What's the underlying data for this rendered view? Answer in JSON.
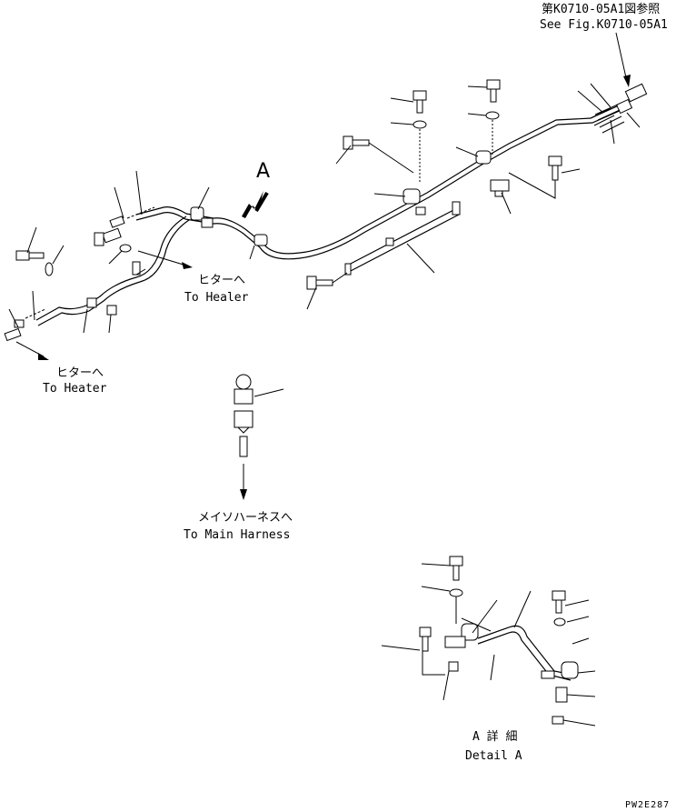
{
  "references": {
    "ref_jp": "第K0710-05A1図参照",
    "ref_en": "See Fig.K0710-05A1"
  },
  "labels": {
    "heater_upper_jp": "ヒターへ",
    "heater_upper_en": "To Healer",
    "heater_lower_jp": "ヒターへ",
    "heater_lower_en": "To Heater",
    "harness_jp": "メイソハーネスへ",
    "harness_en": "To Main Harness",
    "view_marker": "A",
    "detail_jp": "A 詳 細",
    "detail_en": "Detail A"
  },
  "drawing_code": "PW2E287"
}
